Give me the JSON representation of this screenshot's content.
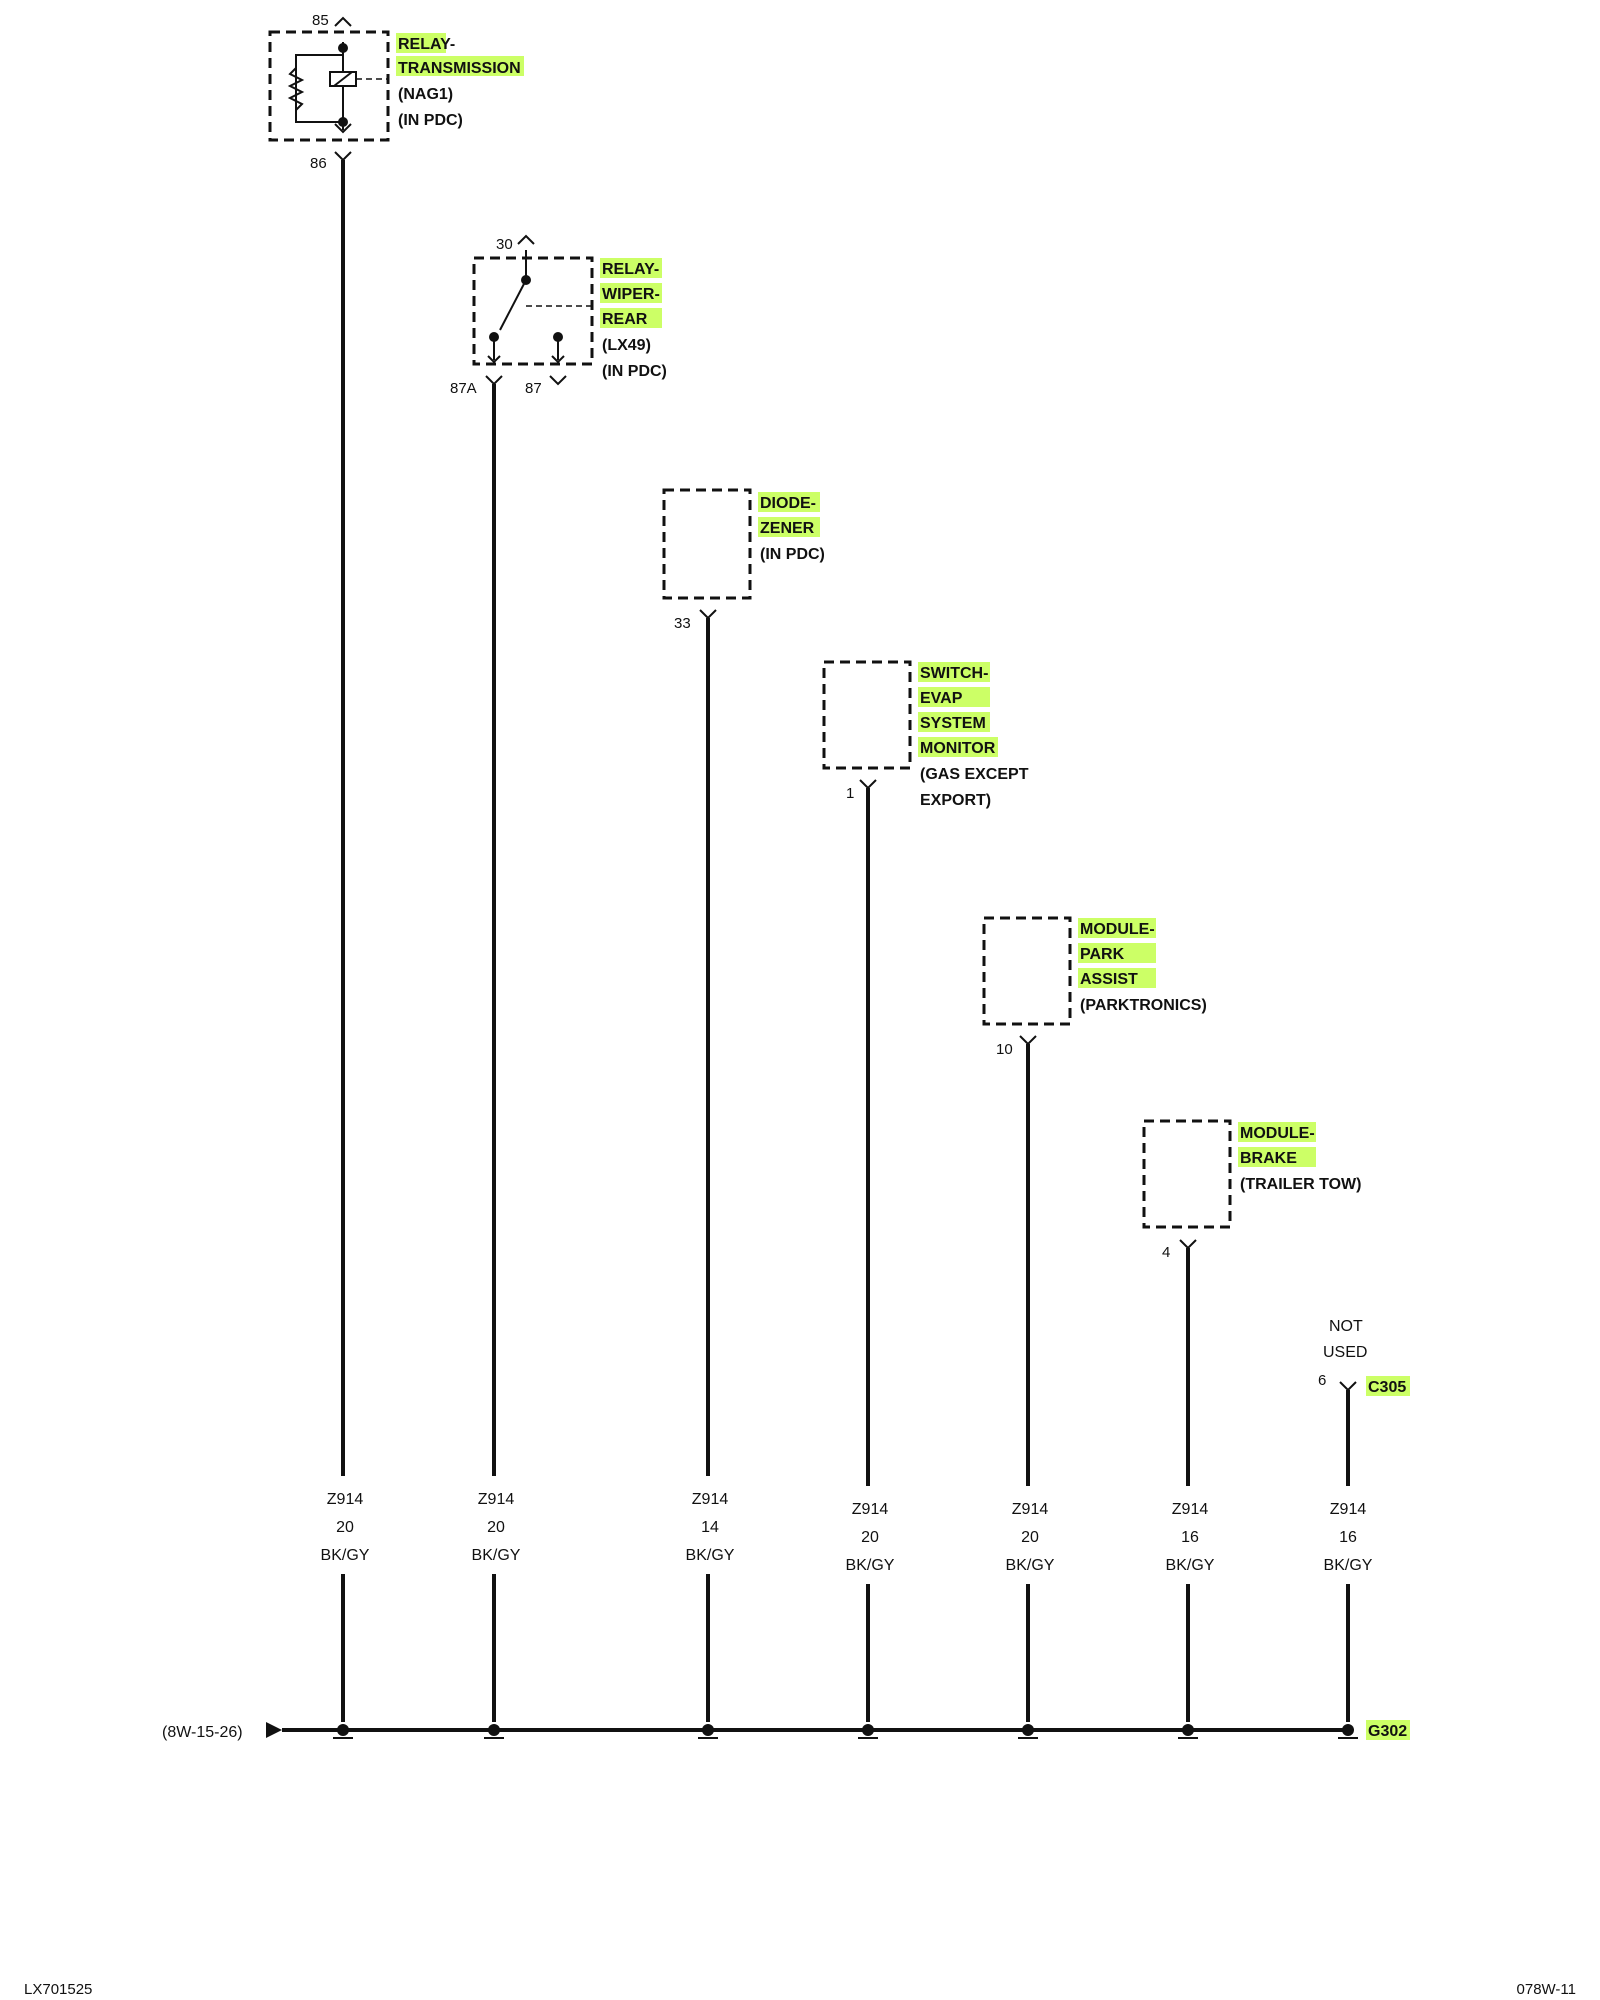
{
  "colors": {
    "highlight": "#ccff66",
    "ink": "#111111",
    "background": "#ffffff"
  },
  "components": [
    {
      "lines": [
        {
          "text": "RELAY-",
          "highlight": true
        },
        {
          "text": "TRANSMISSION",
          "highlight": true
        },
        {
          "text": "(NAG1)",
          "highlight": false
        },
        {
          "text": "(IN PDC)",
          "highlight": false
        }
      ],
      "pin_top": "85",
      "pin_bottom": "86",
      "symbol": "relay-coil-icon"
    },
    {
      "lines": [
        {
          "text": "RELAY-",
          "highlight": true
        },
        {
          "text": "WIPER-",
          "highlight": true
        },
        {
          "text": "REAR",
          "highlight": true
        },
        {
          "text": "(LX49)",
          "highlight": false
        },
        {
          "text": "(IN PDC)",
          "highlight": false
        }
      ],
      "pin_top": "30",
      "pin_bottom": "87A",
      "pin_bottom_unused": "87",
      "symbol": "relay-switch-icon"
    },
    {
      "lines": [
        {
          "text": "DIODE-",
          "highlight": true
        },
        {
          "text": "ZENER",
          "highlight": true
        },
        {
          "text": "(IN PDC)",
          "highlight": false
        }
      ],
      "pin_bottom": "33"
    },
    {
      "lines": [
        {
          "text": "SWITCH-",
          "highlight": true
        },
        {
          "text": "EVAP",
          "highlight": true
        },
        {
          "text": "SYSTEM",
          "highlight": true
        },
        {
          "text": "MONITOR",
          "highlight": true
        },
        {
          "text": "(GAS EXCEPT",
          "highlight": false
        },
        {
          "text": "EXPORT)",
          "highlight": false
        }
      ],
      "pin_bottom": "1"
    },
    {
      "lines": [
        {
          "text": "MODULE-",
          "highlight": true
        },
        {
          "text": "PARK",
          "highlight": true
        },
        {
          "text": "ASSIST",
          "highlight": true
        },
        {
          "text": "(PARKTRONICS)",
          "highlight": false
        }
      ],
      "pin_bottom": "10"
    },
    {
      "lines": [
        {
          "text": "MODULE-",
          "highlight": true
        },
        {
          "text": "BRAKE",
          "highlight": true
        },
        {
          "text": "(TRAILER TOW)",
          "highlight": false
        }
      ],
      "pin_bottom": "4"
    }
  ],
  "connector": {
    "note_line1": "NOT",
    "note_line2": "USED",
    "pin": "6",
    "name": "C305"
  },
  "wires": [
    {
      "circuit": "Z914",
      "gauge": "20",
      "color": "BK/GY"
    },
    {
      "circuit": "Z914",
      "gauge": "20",
      "color": "BK/GY"
    },
    {
      "circuit": "Z914",
      "gauge": "14",
      "color": "BK/GY"
    },
    {
      "circuit": "Z914",
      "gauge": "20",
      "color": "BK/GY"
    },
    {
      "circuit": "Z914",
      "gauge": "20",
      "color": "BK/GY"
    },
    {
      "circuit": "Z914",
      "gauge": "16",
      "color": "BK/GY"
    },
    {
      "circuit": "Z914",
      "gauge": "16",
      "color": "BK/GY"
    }
  ],
  "bus": {
    "reference": "(8W-15-26)",
    "ground": "G302"
  },
  "footer": {
    "left": "LX701525",
    "right": "078W-11"
  }
}
